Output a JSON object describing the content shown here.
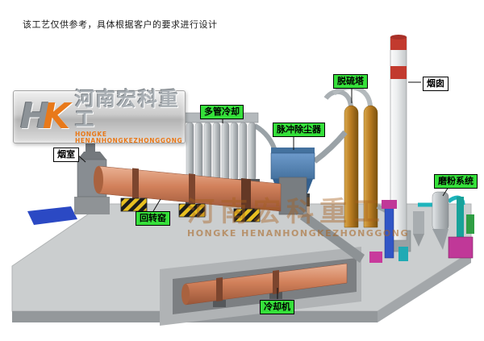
{
  "disclaimer": "该工艺仅供参考，具体根据客户的要求进行设计",
  "logo": {
    "monogram_h": "H",
    "monogram_k": "K",
    "company_cn": "河南宏科重工",
    "company_en": "HONGKE HENANHONGKEZHONGGONG"
  },
  "watermark": {
    "company_cn": "河南宏科重工",
    "company_en": "HONGKE HENANHONGKEZHONGGONG"
  },
  "labels": {
    "smoke_chamber": "烟室",
    "multi_tube_cooler": "多管冷却",
    "pulse_dust_collector": "脉冲除尘器",
    "desulfurization_tower": "脱硫塔",
    "chimney": "烟囱",
    "rotary_kiln": "回转窑",
    "cooler": "冷却机",
    "grinding_system": "磨粉系统"
  },
  "colors": {
    "label_green": "#35e03a",
    "kiln_salmon": "#d2815b",
    "dust_collector_blue": "#45729f",
    "chimney_red": "#c23a2e",
    "tower_amber": "#b97c22",
    "brand_orange": "#e8791a"
  }
}
